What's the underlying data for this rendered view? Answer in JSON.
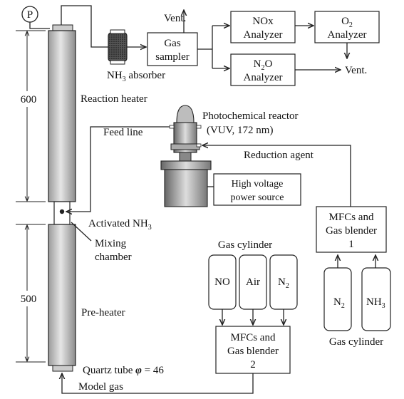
{
  "labels": {
    "pump": "P",
    "vent_top": "Vent.",
    "vent_right": "Vent.",
    "gas_sampler_1": "Gas",
    "gas_sampler_2": "sampler",
    "nox_1": "NOx",
    "nox_2": "Analyzer",
    "o2_1": "O",
    "o2_sub": "2",
    "o2_2": "Analyzer",
    "n2o_1": "N",
    "n2o_sub": "2",
    "n2o_tail": "O",
    "n2o_2": "Analyzer",
    "absorber_prefix": "NH",
    "absorber_sub": "3",
    "absorber_suffix": " absorber",
    "dim_600": "600",
    "dim_500": "500",
    "reaction_heater": "Reaction heater",
    "photo_reactor_1": "Photochemical reactor",
    "photo_reactor_2": "(VUV, 172 nm)",
    "feed_line": "Feed line",
    "reduction_agent": "Reduction agent",
    "hv_1": "High voltage",
    "hv_2": "power source",
    "activated_prefix": "Activated NH",
    "activated_sub": "3",
    "mixing_1": "Mixing",
    "mixing_2": "chamber",
    "mfc1_1": "MFCs and",
    "mfc1_2": "Gas blender",
    "mfc1_3": "1",
    "gas_cylinder_top": "Gas cylinder",
    "cyl_no": "NO",
    "cyl_air": "Air",
    "cyl_n2": "N",
    "cyl_n2_sub": "2",
    "cyl2_n2": "N",
    "cyl2_n2_sub": "2",
    "cyl2_nh3": "NH",
    "cyl2_nh3_sub": "3",
    "gas_cylinder_bottom": "Gas cylinder",
    "preheater": "Pre-heater",
    "mfc2_1": "MFCs and",
    "mfc2_2": "Gas blender",
    "mfc2_3": "2",
    "quartz_prefix": "Quartz tube ",
    "quartz_phi": "φ",
    "quartz_suffix": " = 46",
    "model_gas": "Model gas"
  }
}
